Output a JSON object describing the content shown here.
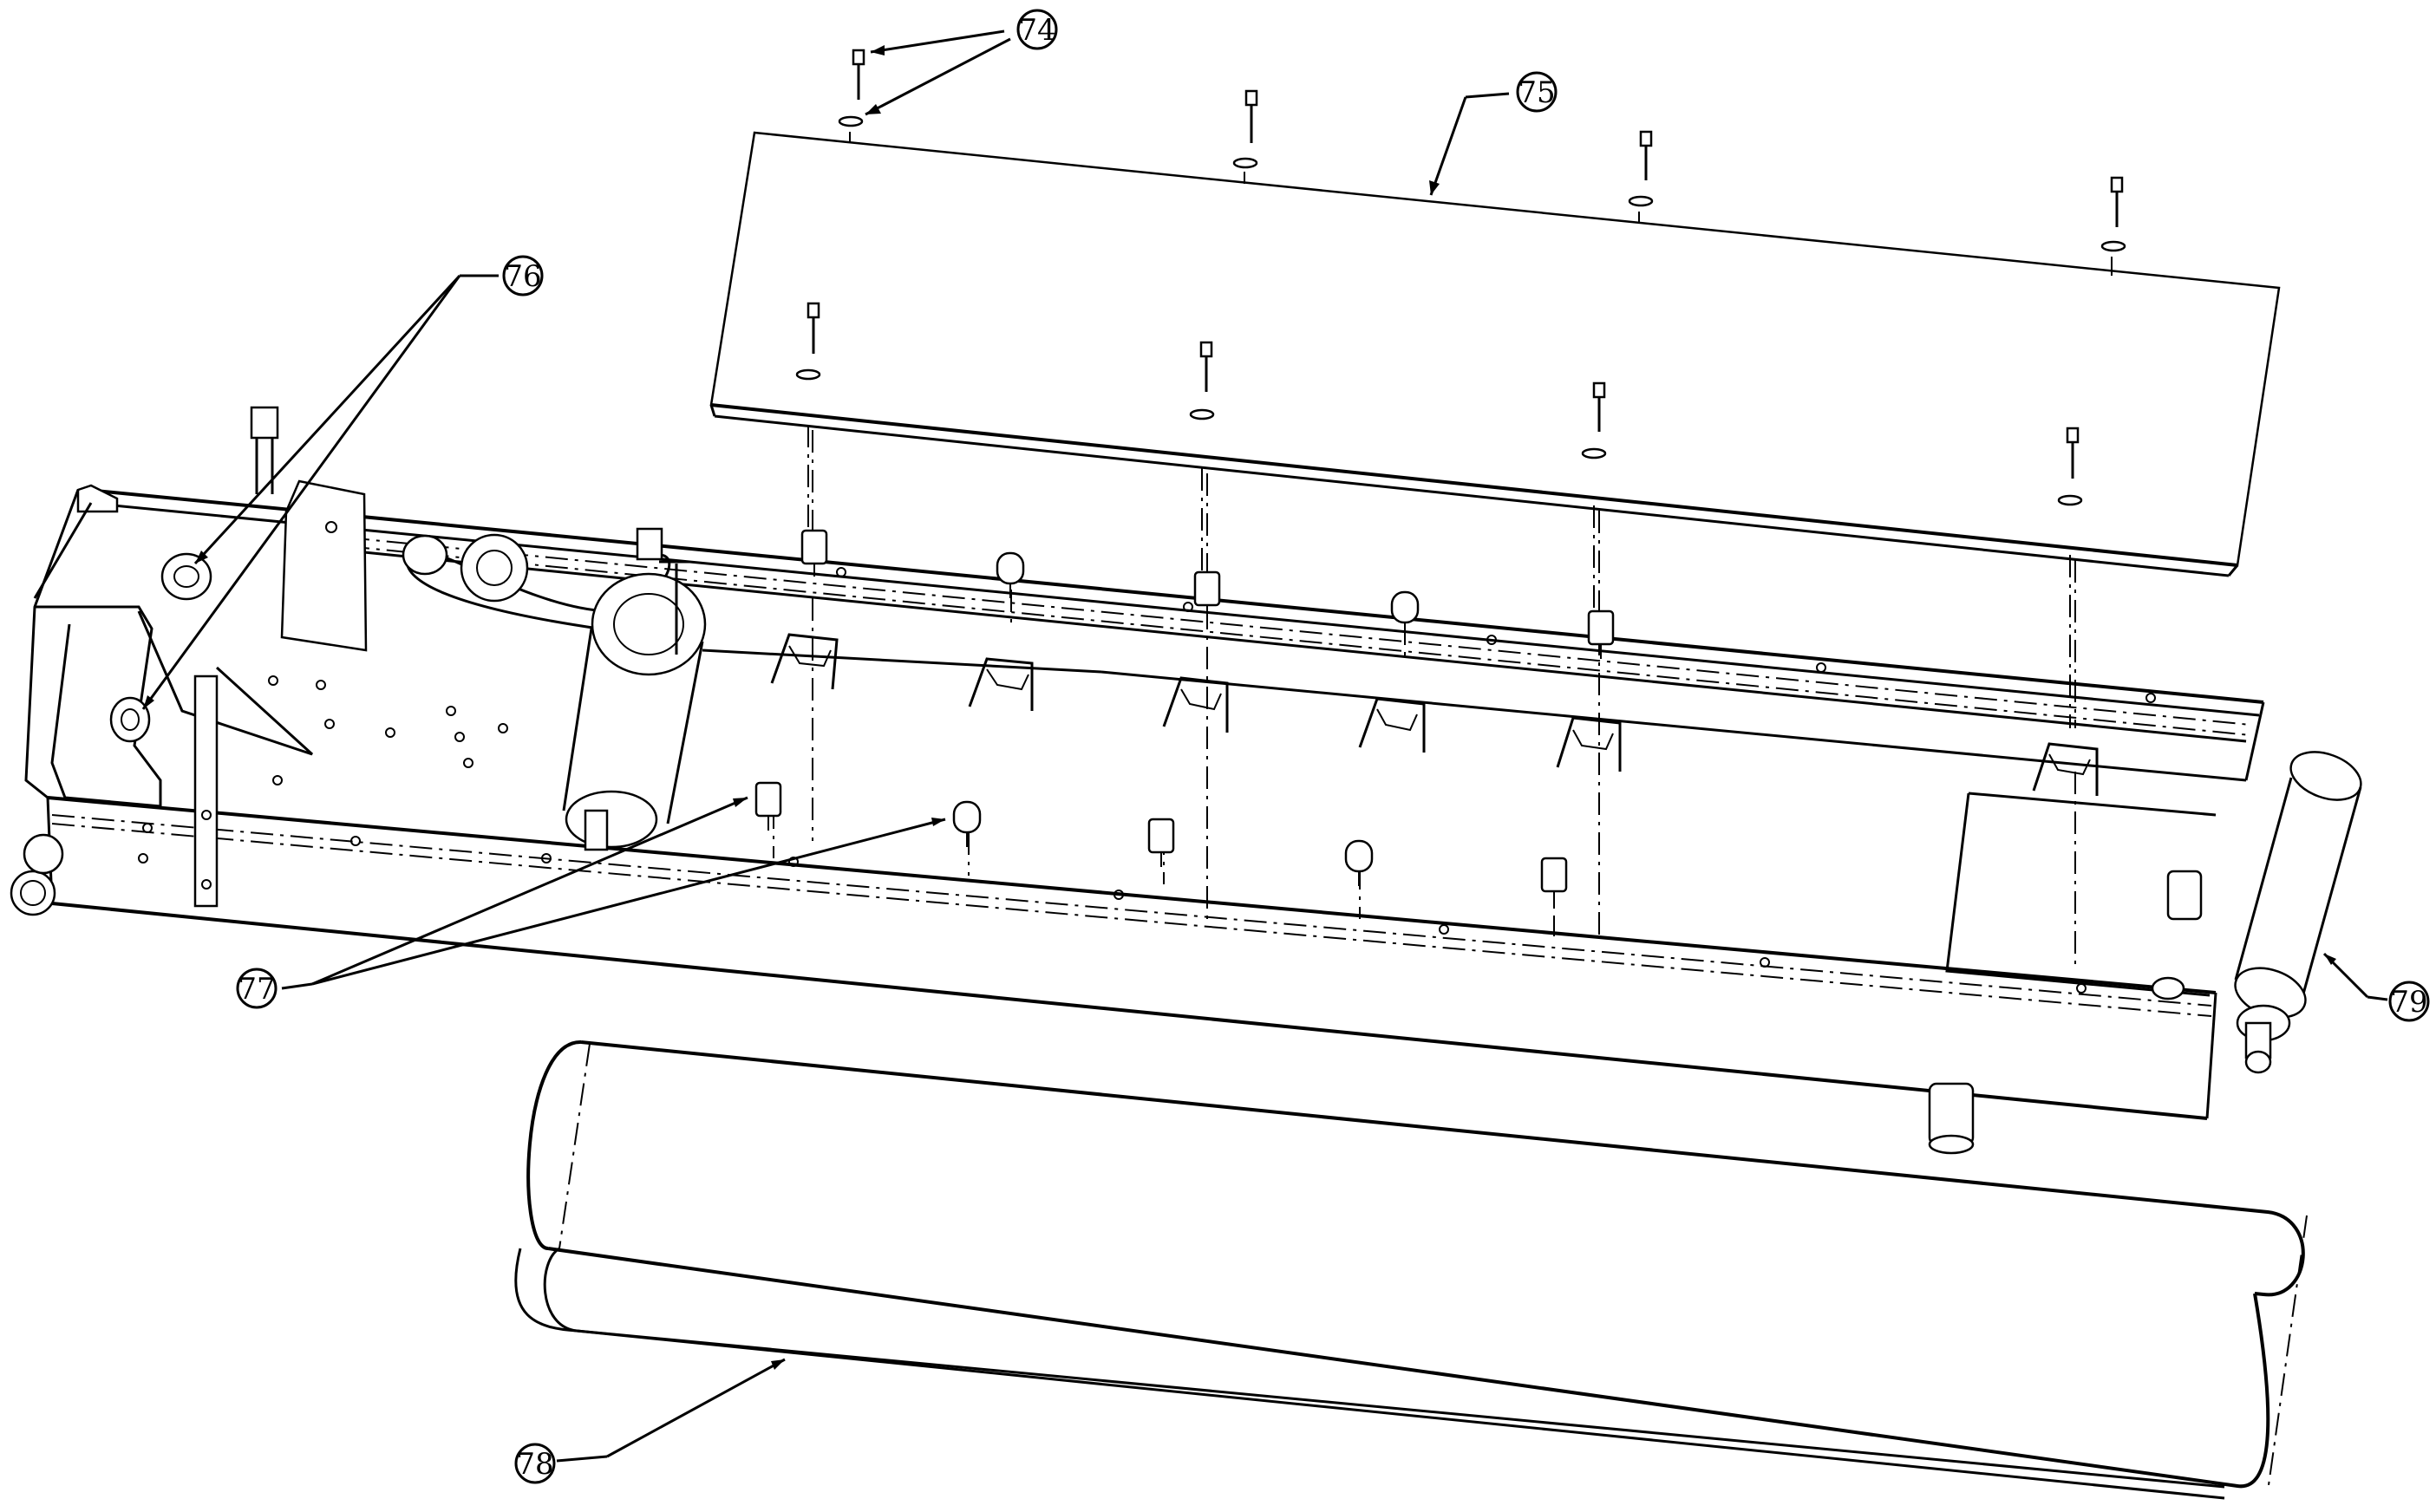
{
  "callouts": [
    {
      "id": "74",
      "text": "74"
    },
    {
      "id": "75",
      "text": "75"
    },
    {
      "id": "76",
      "text": "76"
    },
    {
      "id": "77",
      "text": "77"
    },
    {
      "id": "78",
      "text": "78"
    },
    {
      "id": "79",
      "text": "79"
    }
  ]
}
